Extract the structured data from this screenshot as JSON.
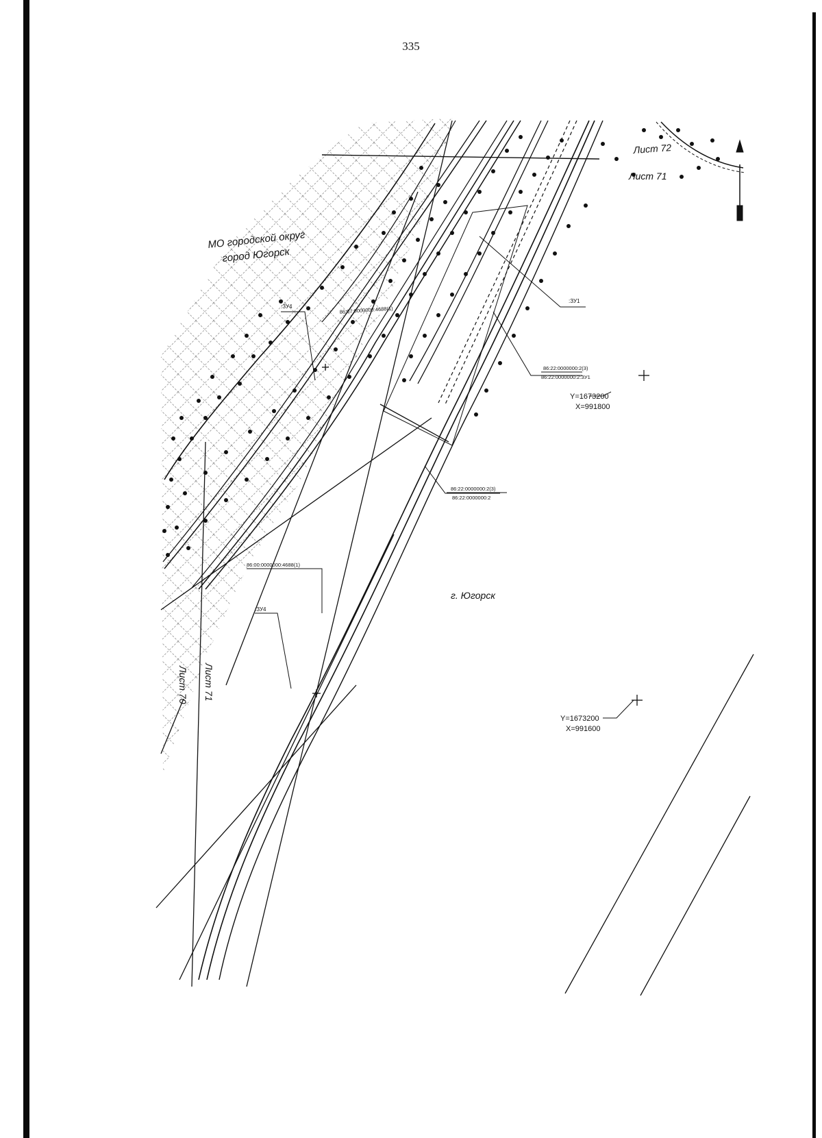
{
  "page_number": "335",
  "labels": {
    "municipality_line1": "МО городской округ",
    "municipality_line2": "город Югорск",
    "city": "г. Югорск",
    "sheet_72": "Лист 72",
    "sheet_71_top": "Лист 71",
    "sheet_70": "Лист 70",
    "sheet_71_side": "Лист 71",
    "zu1": ":ЗУ1",
    "zu4_a": ":ЗУ4",
    "zu4_b": ":ЗУ4",
    "parcel_a_top": "86:22:0000000:2(3)",
    "parcel_a_bottom": "86:22:0000000:2:ЗУ1",
    "parcel_b_top": "86:22:0000000:2(3)",
    "parcel_b_bottom": "86:22:0000000:2",
    "parcel_c": "86:07:0000000:4688(1)",
    "parcel_d": "86:00:0000000:4688(1)",
    "coord1_y": "Y=1673200",
    "coord1_x": "X=991800",
    "coord2_y": "Y=1673200",
    "coord2_x": "X=991600"
  },
  "colors": {
    "ink": "#111111",
    "hatch": "#8a8a8a",
    "paper": "#ffffff"
  }
}
